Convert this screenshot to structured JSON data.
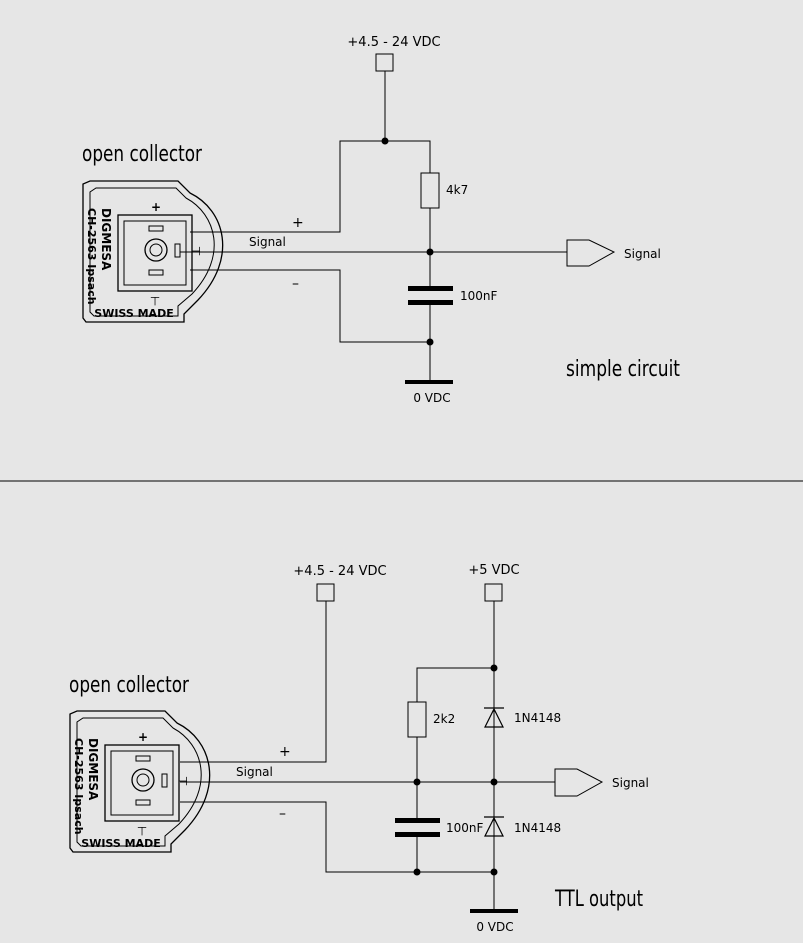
{
  "colors": {
    "background": "#e6e6e6",
    "ink": "#000000"
  },
  "top_circuit": {
    "supply_label": "+4.5 - 24 VDC",
    "heading": "open collector",
    "sensor": {
      "brand": "DIGMESA",
      "address": "CH-2563 Ipsach",
      "made_in": "SWISS MADE",
      "plus": "+",
      "ground_symbol": "⊥"
    },
    "plus_label": "+",
    "minus_label": "–",
    "signal_wire_label": "Signal",
    "resistor_label": "4k7",
    "capacitor_label": "100nF",
    "output_label": "Signal",
    "ground_label": "0 VDC",
    "caption": "simple circuit"
  },
  "bottom_circuit": {
    "supply_label": "+4.5 - 24 VDC",
    "supply5_label": "+5  VDC",
    "heading": "open collector",
    "sensor": {
      "brand": "DIGMESA",
      "address": "CH-2563 Ipsach",
      "made_in": "SWISS MADE",
      "plus": "+",
      "ground_symbol": "⊥"
    },
    "plus_label": "+",
    "minus_label": "–",
    "signal_wire_label": "Signal",
    "resistor_label": "2k2",
    "capacitor_label": "100nF",
    "diode_top_label": "1N4148",
    "diode_bottom_label": "1N4148",
    "output_label": "Signal",
    "ground_label": "0 VDC",
    "caption": "TTL output"
  }
}
